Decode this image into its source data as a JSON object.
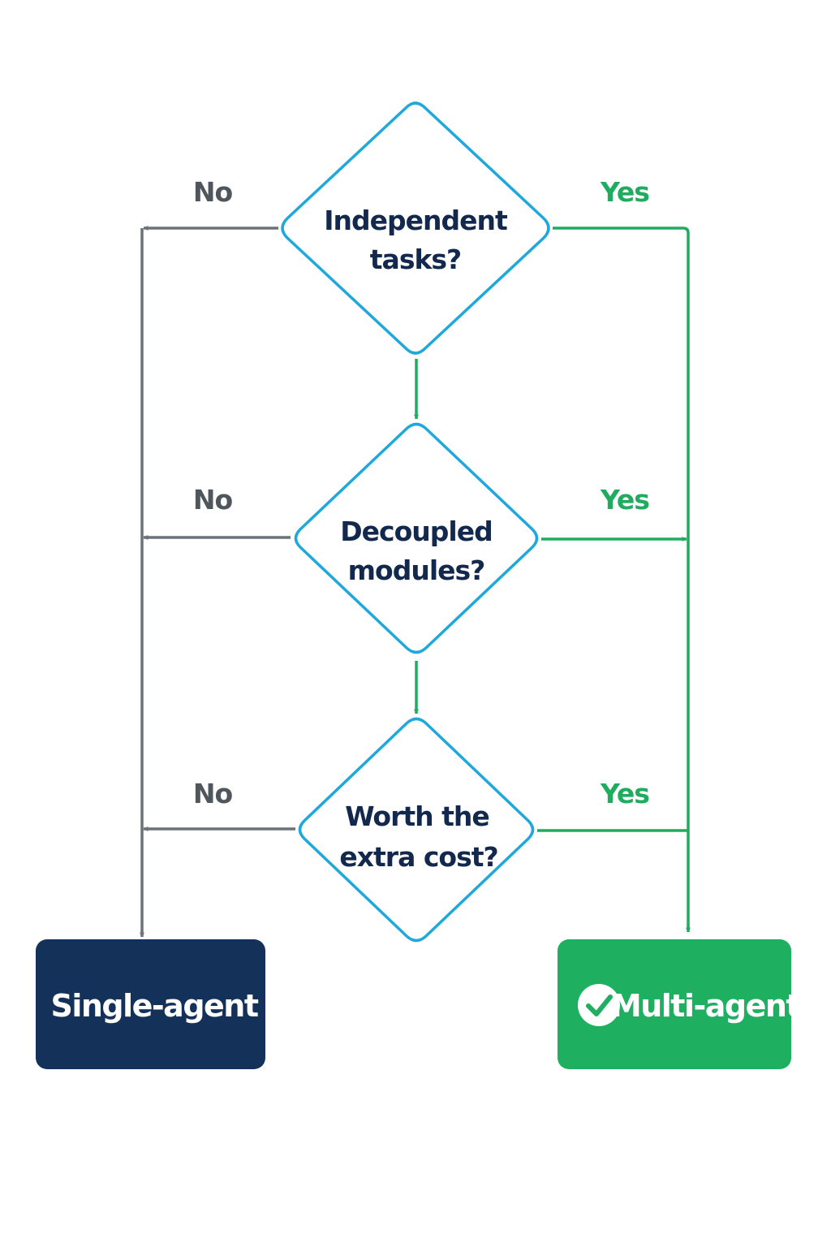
{
  "diagram": {
    "colors": {
      "decision_border": "#1ea8dc",
      "yes_line": "#1fac5e",
      "no_line": "#6b7278",
      "question_text": "#13284d",
      "single_box": "#133159",
      "multi_box": "#1faf61",
      "white": "#ffffff"
    },
    "decisions": [
      {
        "id": "independent",
        "line1": "Independent",
        "line2": "tasks?",
        "no_label": "No",
        "yes_label": "Yes"
      },
      {
        "id": "decoupled",
        "line1": "Decoupled",
        "line2": "modules?",
        "no_label": "No",
        "yes_label": "Yes"
      },
      {
        "id": "worth",
        "line1": "Worth the",
        "line2": "extra cost?",
        "no_label": "No",
        "yes_label": "Yes"
      }
    ],
    "outcomes": {
      "single": {
        "label": "Single-agent"
      },
      "multi": {
        "label": "Multi-agent",
        "icon": "check-circle-icon"
      }
    }
  }
}
